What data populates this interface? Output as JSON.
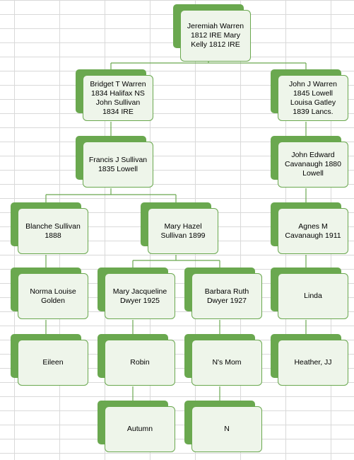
{
  "diagram": {
    "accent_color": "#6aa84f",
    "card_fill": "#eef5ea",
    "nodes": [
      {
        "id": "jeremiah",
        "label": "Jeremiah Warren\n1812 IRE Mary\nKelly 1812 IRE"
      },
      {
        "id": "bridget",
        "label": "Bridget T Warren\n1834 Halifax NS\nJohn Sullivan\n1834 IRE"
      },
      {
        "id": "johnj",
        "label": "John J Warren\n1845 Lowell\nLouisa Gatley\n1839 Lancs."
      },
      {
        "id": "francis",
        "label": "Francis J Sullivan\n1835 Lowell"
      },
      {
        "id": "johnedward",
        "label": "John Edward\nCavanaugh 1880\nLowell"
      },
      {
        "id": "blanche",
        "label": "Blanche Sullivan\n1888"
      },
      {
        "id": "maryhazel",
        "label": "Mary Hazel\nSullivan 1899"
      },
      {
        "id": "agnes",
        "label": "Agnes M\nCavanaugh 1911"
      },
      {
        "id": "norma",
        "label": "Norma Louise\nGolden"
      },
      {
        "id": "maryjacqueline",
        "label": "Mary Jacqueline\nDwyer 1925"
      },
      {
        "id": "barbara",
        "label": "Barbara Ruth\nDwyer 1927"
      },
      {
        "id": "linda",
        "label": "Linda"
      },
      {
        "id": "eileen",
        "label": "Eileen"
      },
      {
        "id": "robin",
        "label": "Robin"
      },
      {
        "id": "nsmom",
        "label": "N's Mom"
      },
      {
        "id": "heather",
        "label": "Heather, JJ"
      },
      {
        "id": "autumn",
        "label": "Autumn"
      },
      {
        "id": "n",
        "label": "N"
      }
    ],
    "edges": [
      [
        "jeremiah",
        "bridget"
      ],
      [
        "jeremiah",
        "johnj"
      ],
      [
        "bridget",
        "francis"
      ],
      [
        "johnj",
        "johnedward"
      ],
      [
        "francis",
        "blanche"
      ],
      [
        "francis",
        "maryhazel"
      ],
      [
        "johnedward",
        "agnes"
      ],
      [
        "blanche",
        "norma"
      ],
      [
        "maryhazel",
        "maryjacqueline"
      ],
      [
        "maryhazel",
        "barbara"
      ],
      [
        "agnes",
        "linda"
      ],
      [
        "norma",
        "eileen"
      ],
      [
        "maryjacqueline",
        "robin"
      ],
      [
        "barbara",
        "nsmom"
      ],
      [
        "linda",
        "heather"
      ],
      [
        "robin",
        "autumn"
      ],
      [
        "nsmom",
        "n"
      ]
    ]
  }
}
